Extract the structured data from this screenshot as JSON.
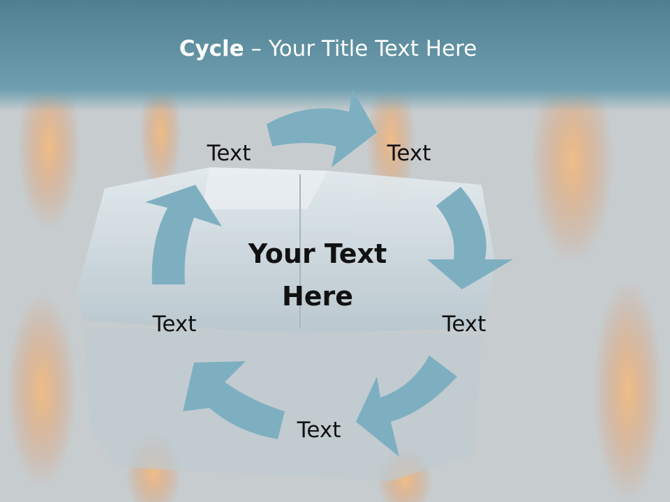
{
  "slide": {
    "title_bold": "Cycle",
    "title_rest": " – Your Title Text Here",
    "center_text": "Your Text Here",
    "nodes": [
      {
        "label": "Text"
      },
      {
        "label": "Text"
      },
      {
        "label": "Text"
      },
      {
        "label": "Text"
      },
      {
        "label": "Text"
      }
    ]
  },
  "colors": {
    "header_band": "#6b9eae",
    "arrow_fill": "#7eafc1",
    "background": "#c9cfd0",
    "flame": "#f08a52"
  }
}
